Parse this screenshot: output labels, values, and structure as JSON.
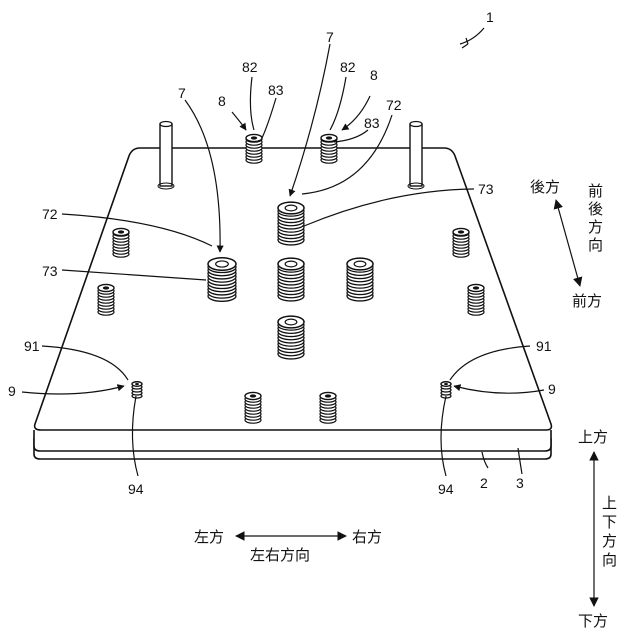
{
  "labels": {
    "r1": "1",
    "r2": "2",
    "r3": "3",
    "r7a": "7",
    "r7b": "7",
    "r8a": "8",
    "r8b": "8",
    "r82a": "82",
    "r82b": "82",
    "r83a": "83",
    "r83b": "83",
    "r72a": "72",
    "r72b": "72",
    "r73a": "73",
    "r73b": "73",
    "r91a": "91",
    "r91b": "91",
    "r9a": "9",
    "r9b": "9",
    "r94a": "94",
    "r94b": "94"
  },
  "directions": {
    "rear": "後方",
    "front": "前方",
    "front_back_axis": [
      "前",
      "後",
      "方",
      "向"
    ],
    "left": "左方",
    "right": "右方",
    "left_right_axis": "左右方向",
    "up": "上方",
    "down": "下方",
    "up_down_axis": [
      "上",
      "下",
      "方",
      "向"
    ]
  }
}
